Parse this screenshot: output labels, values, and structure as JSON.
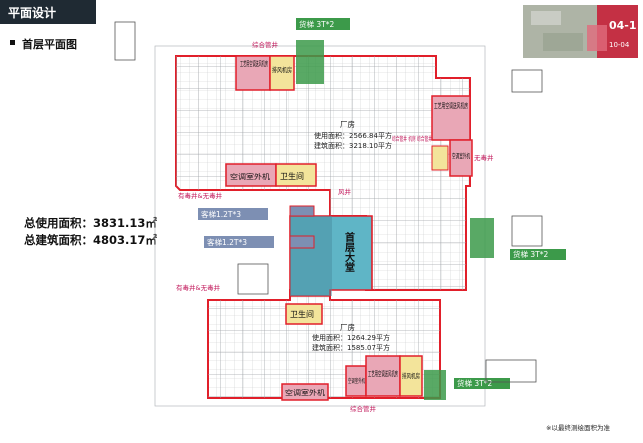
{
  "header": {
    "title": "平面设计"
  },
  "subtitle": "首层平面图",
  "totals": {
    "use_area": "总使用面积：3831.13㎡",
    "build_area": "总建筑面积：4803.17㎡"
  },
  "footnote": "※以最终测绘面积为准",
  "thumbnail": {
    "label": "04-1",
    "sublabel": "10-04"
  },
  "plan": {
    "upper_plant": {
      "name": "厂房",
      "use": "使用面积：2566.84平方",
      "build": "建筑面积：3218.10平方"
    },
    "lower_plant": {
      "name": "厂房",
      "use": "使用面积：1264.29平方",
      "build": "建筑面积：1585.07平方"
    },
    "lobby": "首层大堂",
    "freight_lift_top": "货梯 3T*2",
    "freight_lift_right": "货梯 3T*2",
    "freight_lift_bottom": "货梯 3T*2",
    "passenger_lift_1": "客梯1.2T*3",
    "passenger_lift_2": "客梯1.2T*3",
    "wc_1": "卫生间",
    "wc_2": "卫生间",
    "process_ac_top": "工艺用空调送风机房",
    "process_ac_right": "工艺用空调送风机房",
    "process_ac_bottom": "工艺用空调送风机房",
    "ac_outdoor_1": "空调室外机",
    "ac_outdoor_2": "空调室外机",
    "ac_outdoor_3": "空调室外机",
    "ac_outdoor_4": "空调室外机",
    "exhaust_room_1": "排风机房",
    "exhaust_room_2": "排风机房",
    "shaft_top": "综合管井",
    "shaft_right": "综合管井 机房 综合管井",
    "shaft_bottom": "综合管井",
    "no_shaft": "无毒井",
    "vent_shaft": "风井",
    "toxic_shaft_1": "有毒井&无毒井",
    "toxic_shaft_2": "有毒井&无毒井"
  },
  "colors": {
    "outline": "#e11f2a",
    "lobby": "#5fb5c6",
    "freight_bg": "#3c9a4a",
    "passenger_bg": "#7d8fb3",
    "pink_room": "#e9a7b6",
    "yellow_room": "#f3e49b"
  }
}
